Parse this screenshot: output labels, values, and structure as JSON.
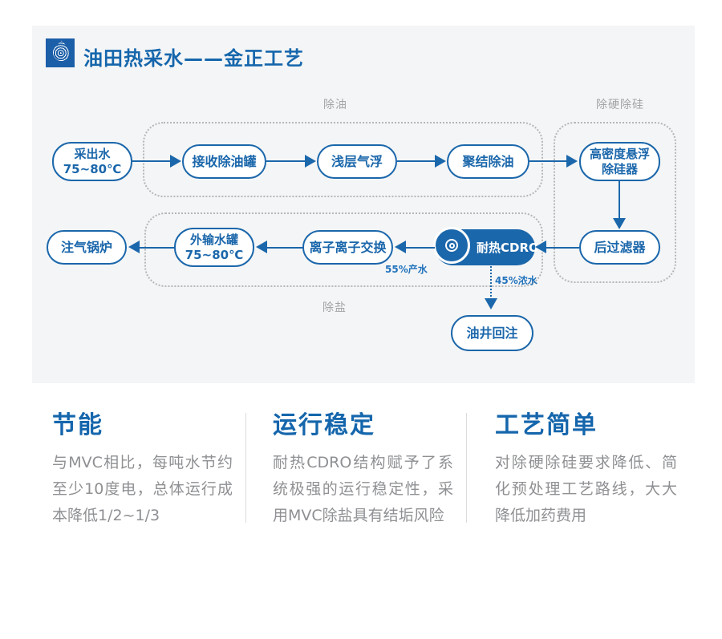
{
  "header": {
    "title": "油田热采水——金正工艺"
  },
  "flowchart": {
    "groups": [
      {
        "label": "除油"
      },
      {
        "label": "除硬除硅"
      },
      {
        "label": "除盐"
      }
    ],
    "nodes": {
      "produced_water": {
        "line1": "采出水",
        "line2": "75~80℃"
      },
      "receiving_deoil_tank": {
        "label": "接收除油罐"
      },
      "shallow_air_flotation": {
        "label": "浅层气浮"
      },
      "coalescing_deoil": {
        "label": "聚结除油"
      },
      "high_density_desilicifier": {
        "line1": "高密度悬浮",
        "line2": "除硅器"
      },
      "post_filter": {
        "label": "后过滤器"
      },
      "heat_resistant_cdro": {
        "label": "耐热CDRO"
      },
      "ion_exchange": {
        "label": "离子离子交换"
      },
      "export_water_tank": {
        "line1": "外输水罐",
        "line2": "75~80℃"
      },
      "gas_injection_boiler": {
        "label": "注气锅炉"
      },
      "oil_well_reinjection": {
        "label": "油井回注"
      }
    },
    "flow_labels": {
      "product_water": "55%产水",
      "concentrated_water": "45%浓水"
    }
  },
  "features": [
    {
      "title": "节能",
      "body": "与MVC相比，每吨水节约至少10度电，总体运行成本降低1/2~1/3"
    },
    {
      "title": "运行稳定",
      "body": "耐热CDRO结构赋予了系统极强的运行稳定性，采用MVC除盐具有结垢风险"
    },
    {
      "title": "工艺简单",
      "body": "对除硬除硅要求降低、简化预处理工艺路线，大大降低加药费用"
    }
  ],
  "colors": {
    "accent_blue": "#1b67ab",
    "heading_blue": "#1566ac",
    "body_text_gray": "#8e9093",
    "panel_background": "#f4f5f6",
    "dashed_border_gray": "#b5b6b8"
  }
}
